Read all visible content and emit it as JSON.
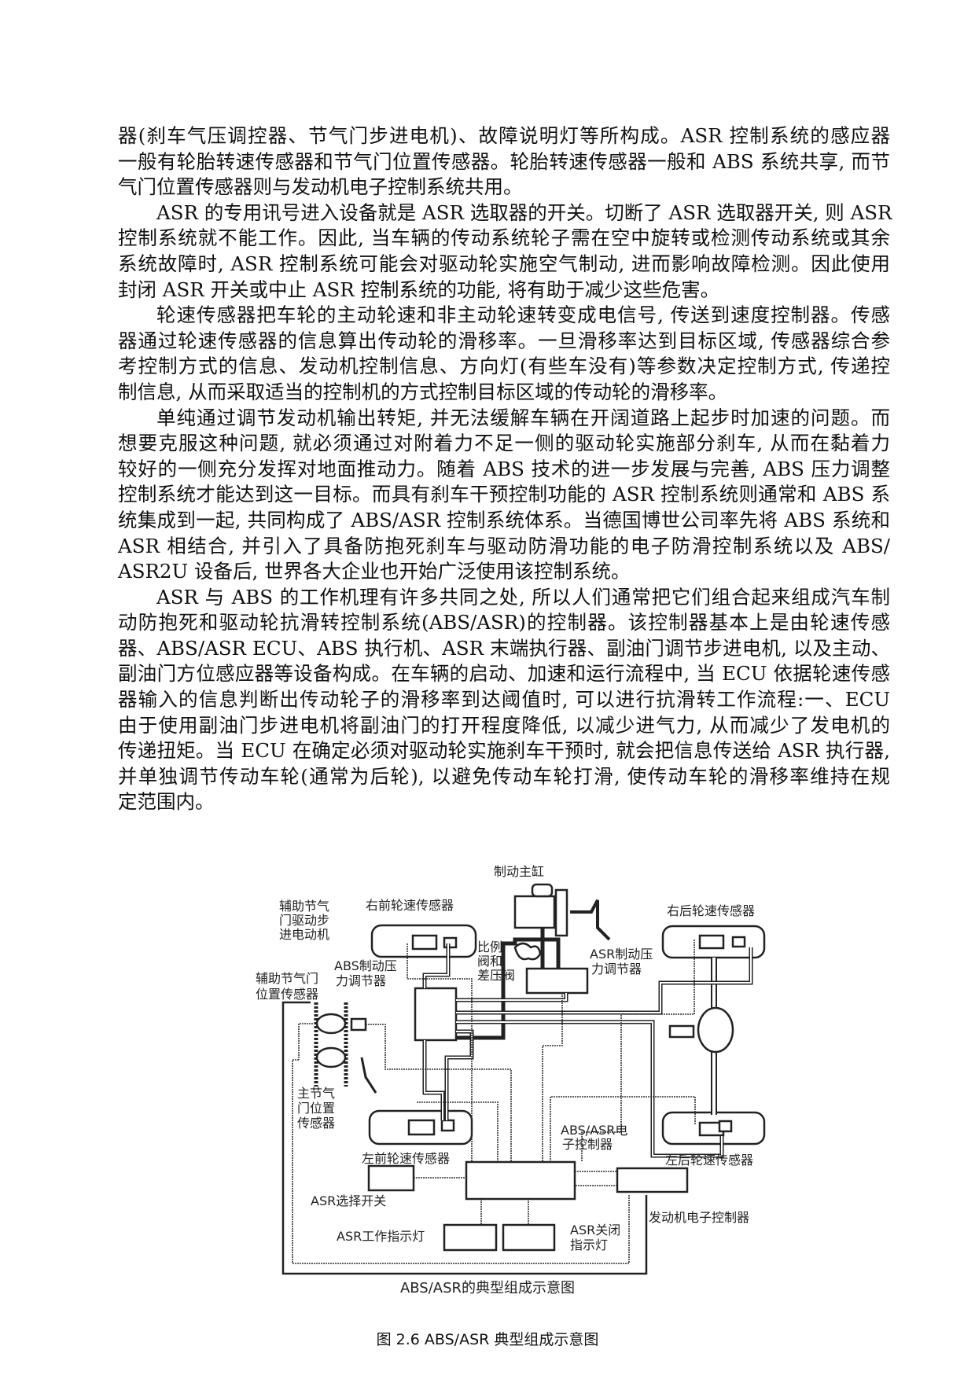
{
  "paragraphs": [
    {
      "indent": false,
      "lines": [
        "器(刹车气压调控器、节气门步进电机)、故障说明灯等所构成。ASR 控制系统的感应器",
        "一般有轮胎转速传感器和节气门位置传感器。轮胎转速传感器一般和 ABS 系统共享, 而节",
        "气门位置传感器则与发动机电子控制系统共用。"
      ]
    },
    {
      "indent": true,
      "lines": [
        "ASR 的专用讯号进入设备就是 ASR 选取器的开关。切断了 ASR 选取器开关, 则 ASR",
        "控制系统就不能工作。因此, 当车辆的传动系统轮子需在空中旋转或检测传动系统或其余",
        "系统故障时, ASR 控制系统可能会对驱动轮实施空气制动, 进而影响故障检测。因此使用",
        "封闭 ASR 开关或中止 ASR 控制系统的功能, 将有助于减少这些危害。"
      ]
    },
    {
      "indent": true,
      "lines": [
        "轮速传感器把车轮的主动轮速和非主动轮速转变成电信号, 传送到速度控制器。传感",
        "器通过轮速传感器的信息算出传动轮的滑移率。一旦滑移率达到目标区域, 传感器综合参",
        "考控制方式的信息、发动机控制信息、方向灯(有些车没有)等参数决定控制方式, 传递控",
        "制信息, 从而采取适当的控制机的方式控制目标区域的传动轮的滑移率。"
      ]
    },
    {
      "indent": true,
      "lines": [
        "单纯通过调节发动机输出转矩, 并无法缓解车辆在开阔道路上起步时加速的问题。而",
        "想要克服这种问题, 就必须通过对附着力不足一侧的驱动轮实施部分刹车, 从而在黏着力",
        "较好的一侧充分发挥对地面推动力。随着 ABS 技术的进一步发展与完善, ABS 压力调整",
        "控制系统才能达到这一目标。而具有刹车干预控制功能的 ASR 控制系统则通常和 ABS 系",
        "统集成到一起, 共同构成了 ABS/ASR 控制系统体系。当德国博世公司率先将 ABS 系统和",
        "ASR 相结合, 并引入了具备防抱死刹车与驱动防滑功能的电子防滑控制系统以及 ABS/",
        "ASR2U 设备后, 世界各大企业也开始广泛使用该控制系统。"
      ]
    },
    {
      "indent": true,
      "lines": [
        "ASR 与 ABS 的工作机理有许多共同之处, 所以人们通常把它们组合起来组成汽车制",
        "动防抱死和驱动轮抗滑转控制系统(ABS/ASR)的控制器。该控制器基本上是由轮速传感",
        "器、ABS/ASR  ECU、ABS 执行机、ASR 末端执行器、副油门调节步进电机, 以及主动、",
        "副油门方位感应器等设备构成。在车辆的启动、加速和运行流程中, 当 ECU 依据轮速传感",
        "器输入的信息判断出传动轮子的滑移率到达阈值时, 可以进行抗滑转工作流程:一、ECU",
        "由于使用副油门步进电机将副油门的打开程度降低, 以减少进气力, 从而减少了发电机的",
        "传递扭矩。当 ECU 在确定必须对驱动轮实施刹车干预时, 就会把信息传送给 ASR 执行器,",
        "并单独调节传动车轮(通常为后轮), 以避免传动车轮打滑, 使传动车轮的滑移率维持在规",
        "定范围内。"
      ]
    }
  ],
  "figure": {
    "labels": {
      "aux_throttle_motor": [
        "辅助节气",
        "门驱动步",
        "进电动机"
      ],
      "fr_wheel_sensor": "右前轮速传感器",
      "abs_modulator": [
        "ABS制动压",
        "力调节器"
      ],
      "aux_throttle_pos": [
        "辅助节气门",
        "位置传感器"
      ],
      "master_cylinder": "制动主缸",
      "proportioning_valve": [
        "比例",
        "阀和",
        "差压阀"
      ],
      "asr_modulator": [
        "ASR制动压",
        "力调节器"
      ],
      "rr_wheel_sensor": "右后轮速传感器",
      "main_throttle_pos": [
        "主节气",
        "门位置",
        "传感器"
      ],
      "fl_wheel_sensor": "左前轮速传感器",
      "asr_switch": "ASR选择开关",
      "ecu": [
        "ABS/ASR电",
        "子控制器"
      ],
      "rl_wheel_sensor": "左后轮速传感器",
      "engine_ecu": "发动机电子控制器",
      "asr_work_lamp": "ASR工作指示灯",
      "asr_off_lamp": [
        "ASR关闭",
        "指示灯"
      ]
    },
    "inner_title": "ABS/ASR的典型组成示意图",
    "caption": "图 2.6   ABS/ASR 典型组成示意图"
  }
}
